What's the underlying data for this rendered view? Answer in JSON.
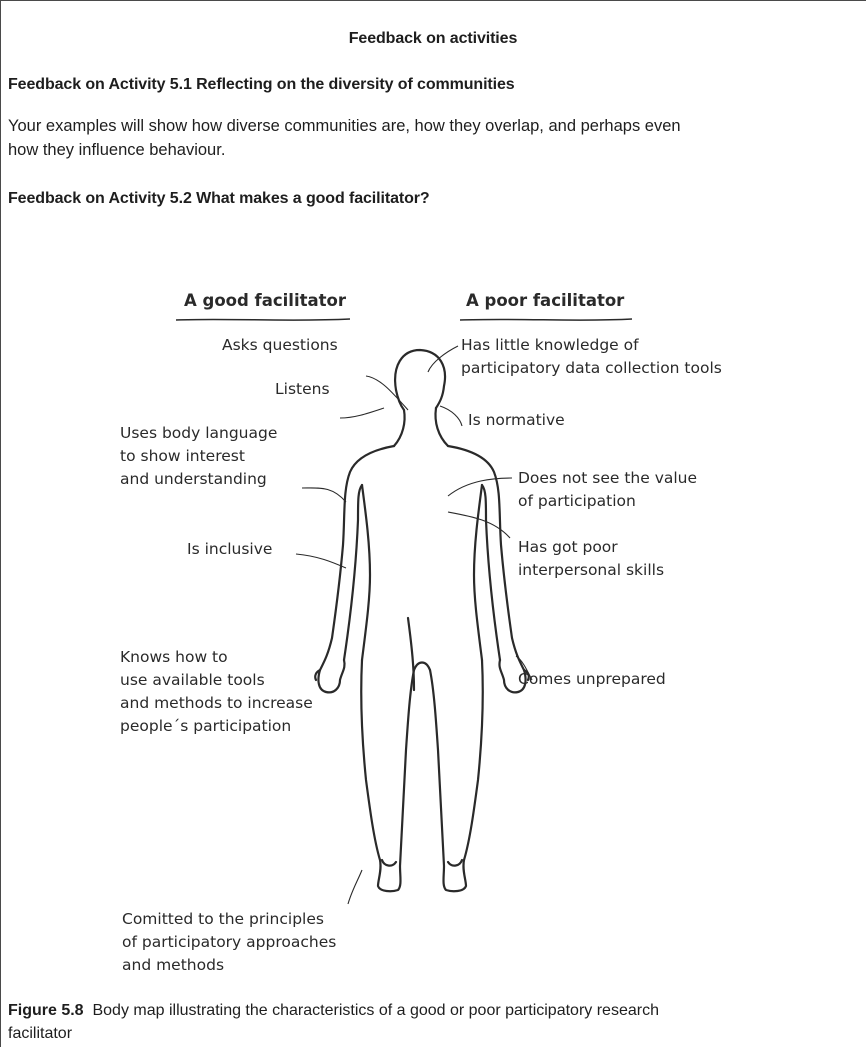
{
  "header": {
    "title": "Feedback on activities"
  },
  "section_5_1": {
    "heading": "Feedback on Activity 5.1 Reflecting on the diversity of communities",
    "body_line_1": "Your examples will show how diverse communities are, how they overlap, and perhaps even",
    "body_line_2": "how they influence behaviour."
  },
  "section_5_2": {
    "heading": "Feedback on Activity 5.2 What makes a good facilitator?"
  },
  "figure": {
    "column_good": "A good facilitator",
    "column_poor": "A poor facilitator",
    "good_labels": {
      "asks_questions": "Asks questions",
      "listens": "Listens",
      "body_language": [
        "Uses body language",
        "to show interest",
        "and understanding"
      ],
      "inclusive": "Is inclusive",
      "tools": [
        "Knows how to",
        "use available tools",
        "and methods to increase",
        "people´s participation"
      ],
      "committed": [
        "Comitted to the principles",
        "of participatory approaches",
        "and methods"
      ]
    },
    "poor_labels": {
      "little_knowledge": [
        "Has little knowledge of",
        "participatory data collection tools"
      ],
      "normative": "Is normative",
      "value": [
        "Does not see the value",
        "of participation"
      ],
      "interpersonal": [
        "Has got poor",
        "interpersonal skills"
      ],
      "unprepared": "Comes unprepared"
    }
  },
  "caption": {
    "label": "Figure 5.8",
    "text_line_1": "Body map illustrating the characteristics of a good or poor participatory research",
    "text_line_2": "facilitator"
  }
}
